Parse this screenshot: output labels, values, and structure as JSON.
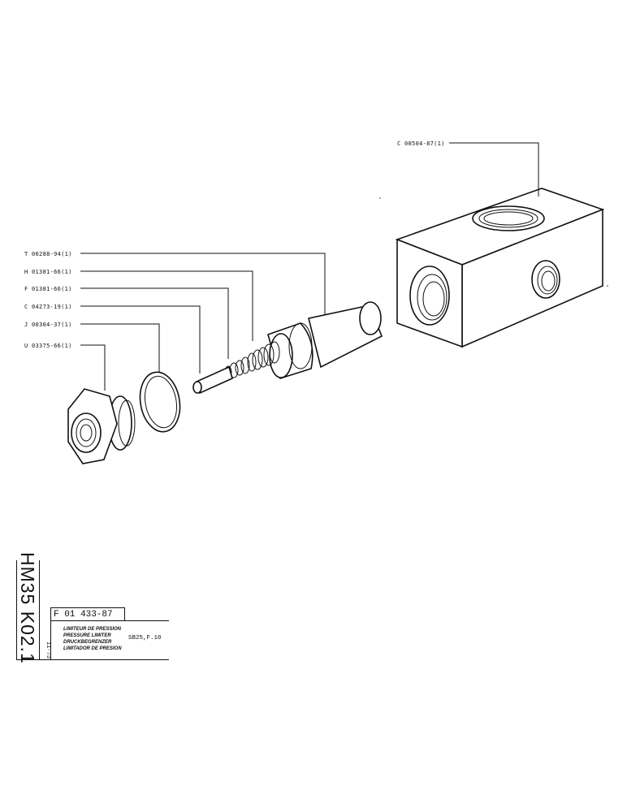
{
  "callouts": [
    {
      "id": "c00504",
      "text": "C 00504-87(1)"
    },
    {
      "id": "t00288",
      "text": "T 00288-94(1)"
    },
    {
      "id": "h01381",
      "text": "H 01381-66(1)"
    },
    {
      "id": "f01381",
      "text": "F 01381-66(1)"
    },
    {
      "id": "c04273",
      "text": "C 04273-19(1)"
    },
    {
      "id": "j00304",
      "text": "J 00304-37(1)"
    },
    {
      "id": "u03375",
      "text": "U 03375-66(1)"
    }
  ],
  "title_block": {
    "machine_code": "HM35 K02.1",
    "date_code": "11-73",
    "reference": "F 01 433-87",
    "names": [
      "LIMITEUR DE PRESSION",
      "PRESSURE LIMITER",
      "DRUCKBEGRENZER",
      "LIMITADOR DE PRESION"
    ],
    "model": "SB25,F.10"
  }
}
